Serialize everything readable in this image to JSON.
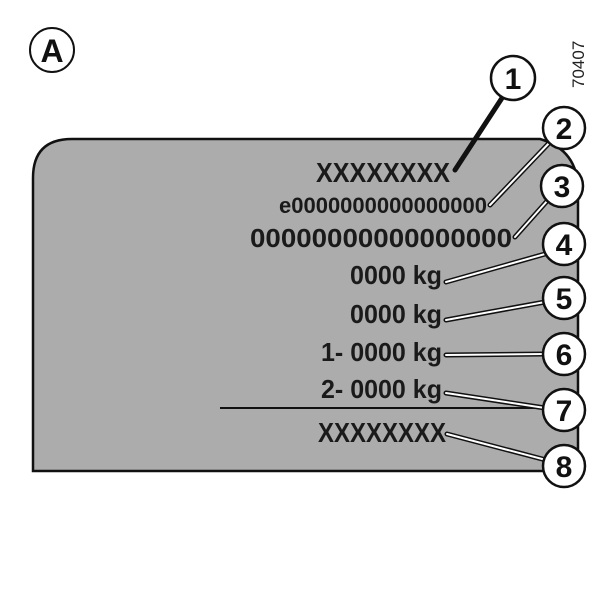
{
  "figure_label": "A",
  "reference_code": "70407",
  "plate": {
    "fill": "#acacac",
    "lines": [
      {
        "callout": "1",
        "text": "XXXXXXXX"
      },
      {
        "callout": "2",
        "text": "e0000000000000000"
      },
      {
        "callout": "3",
        "text": "00000000000000000"
      },
      {
        "callout": "4",
        "text": "0000 kg"
      },
      {
        "callout": "5",
        "text": "0000 kg"
      },
      {
        "callout": "6",
        "text": "1- 0000 kg"
      },
      {
        "callout": "7",
        "text": "2- 0000 kg"
      },
      {
        "callout": "8",
        "text": "XXXXXXXX"
      }
    ]
  }
}
